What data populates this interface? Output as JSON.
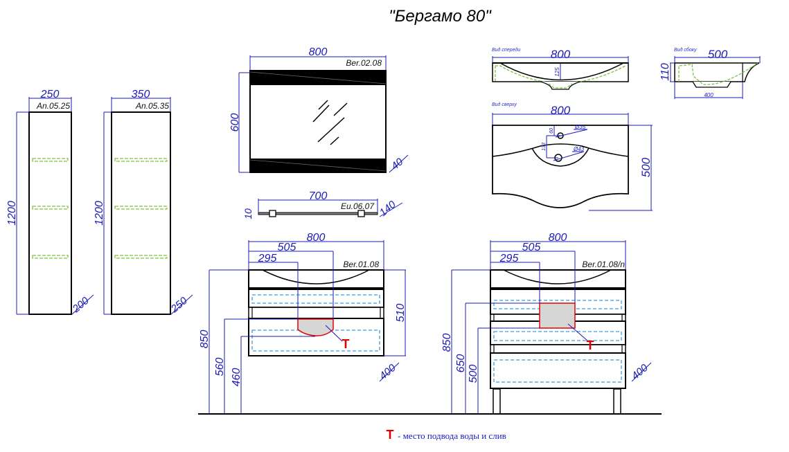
{
  "title": "\"Бергамо 80\"",
  "colors": {
    "dimension": "#1a1ab8",
    "shelf": "#7cc242",
    "drawer": "#3a9be0",
    "marker": "#e00000",
    "zone": "#d6d6d6"
  },
  "column_left": {
    "code": "An.05.25",
    "width": "250",
    "height": "1200",
    "depth": "200"
  },
  "column_right": {
    "code": "An.05.35",
    "width": "350",
    "height": "1200",
    "depth": "250"
  },
  "mirror": {
    "code": "Ber.02.08",
    "width": "800",
    "height": "600",
    "depth": "40"
  },
  "shelf": {
    "code": "Eu.06.07",
    "width": "700",
    "height": "10",
    "depth": "140"
  },
  "basin": {
    "front_view_label": "Вид спереди",
    "front_width": "800",
    "front_depth": "125",
    "side_view_label": "Вид сбоку",
    "side_width": "500",
    "side_height": "110",
    "side_bowl": "400",
    "top_view_label": "Вид сверху",
    "top_width": "800",
    "top_depth": "500",
    "dim_60": "60",
    "dim_133": "133",
    "hole_35": "Ø35",
    "hole_43": "Ø43"
  },
  "vanity_wall": {
    "code": "Ber.01.08",
    "width": "800",
    "dim_505": "505",
    "dim_295": "295",
    "height_510": "510",
    "h_850": "850",
    "h_560": "560",
    "h_460": "460",
    "depth": "400",
    "marker": "T"
  },
  "vanity_floor": {
    "code": "Ber.01.08/n",
    "width": "800",
    "dim_505": "505",
    "dim_295": "295",
    "h_850": "850",
    "h_650": "650",
    "h_500": "500",
    "depth": "400",
    "marker": "T"
  },
  "legend": {
    "marker": "T",
    "text": "- место подвода воды и слив"
  }
}
